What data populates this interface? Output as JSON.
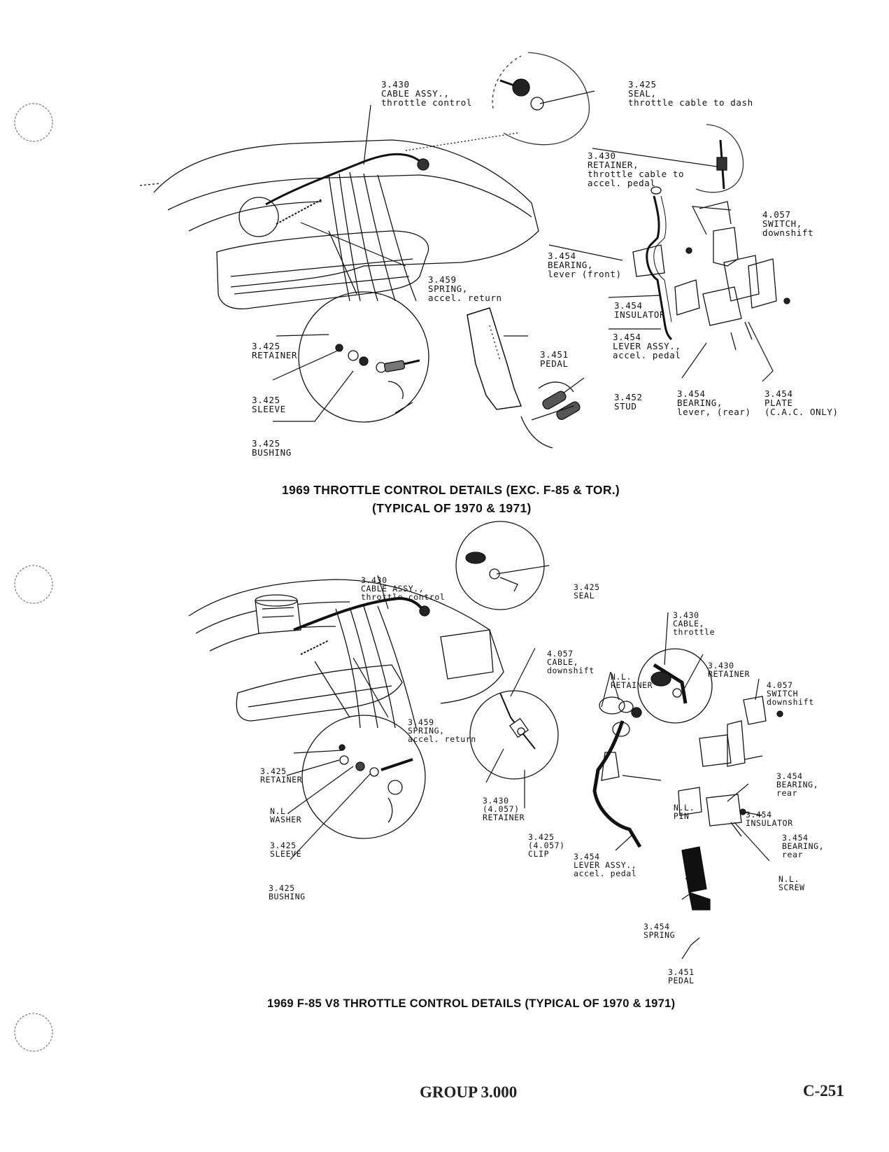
{
  "page": {
    "group": "GROUP 3.000",
    "page_number": "C-251"
  },
  "diagram1": {
    "caption_line1": "1969 THROTTLE CONTROL DETAILS (EXC. F-85 & TOR.)",
    "caption_line2": "(TYPICAL OF 1970 & 1971)",
    "labels": [
      {
        "text": "3.430\nCABLE ASSY.,\nthrottle control"
      },
      {
        "text": "3.425\nSEAL,\nthrottle cable to dash"
      },
      {
        "text": "3.430\nRETAINER,\nthrottle cable to\naccel. pedal"
      },
      {
        "text": "4.057\nSWITCH,\ndownshift"
      },
      {
        "text": "3.454\nBEARING,\nlever (front)"
      },
      {
        "text": "3.459\nSPRING,\naccel. return"
      },
      {
        "text": "3.454\nINSULATOR"
      },
      {
        "text": "3.454\nLEVER ASSY.,\naccel. pedal"
      },
      {
        "text": "3.451\nPEDAL"
      },
      {
        "text": "3.425\nRETAINER"
      },
      {
        "text": "3.425\nSLEEVE"
      },
      {
        "text": "3.425\nBUSHING"
      },
      {
        "text": "3.452\nSTUD"
      },
      {
        "text": "3.454\nBEARING,\nlever, (rear)"
      },
      {
        "text": "3.454\nPLATE\n(C.A.C. ONLY)"
      }
    ]
  },
  "diagram2": {
    "caption": "1969 F-85 V8 THROTTLE CONTROL DETAILS (TYPICAL OF 1970 & 1971)",
    "labels": [
      {
        "text": "3.430\nCABLE ASSY.,\nthrottle control"
      },
      {
        "text": "3.425\nSEAL"
      },
      {
        "text": "3.430\nCABLE,\nthrottle"
      },
      {
        "text": "4.057\nCABLE,\ndownshift"
      },
      {
        "text": "N.L.\nRETAINER"
      },
      {
        "text": "3.430\nRETAINER"
      },
      {
        "text": "4.057\nSWITCH\ndownshift"
      },
      {
        "text": "3.459\nSPRING,\naccel. return"
      },
      {
        "text": "3.425\nRETAINER"
      },
      {
        "text": "N.L.\nWASHER"
      },
      {
        "text": "3.425\nSLEEVE"
      },
      {
        "text": "3.425\nBUSHING"
      },
      {
        "text": "3.430\n(4.057)\nRETAINER"
      },
      {
        "text": "3.425\n(4.057)\nCLIP"
      },
      {
        "text": "3.454\nLEVER ASSY.,\naccel. pedal"
      },
      {
        "text": "N.L.\nPIN"
      },
      {
        "text": "3.454\nBEARING,\nrear"
      },
      {
        "text": "3.454\nINSULATOR"
      },
      {
        "text": "3.454\nBEARING,\nrear"
      },
      {
        "text": "N.L.\nSCREW"
      },
      {
        "text": "3.454\nSPRING"
      },
      {
        "text": "3.451\nPEDAL"
      }
    ]
  }
}
